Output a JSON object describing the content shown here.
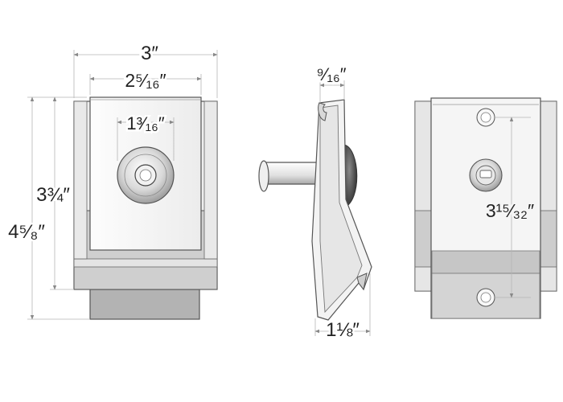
{
  "dimensions": {
    "front_outer_width": "3″",
    "front_inner_width": "2⁵⁄₁₆″",
    "front_hole_width": "1³⁄₁₆″",
    "front_plate_height": "3¾″",
    "front_total_height": "4⁵⁄₈″",
    "side_top_depth": "⁹⁄₁₆″",
    "side_bottom_depth": "1⅛″",
    "back_hole_spacing": "3¹⁵⁄₃₂″"
  },
  "colors": {
    "body_light": "#f4f4f4",
    "body_mid": "#e2e2e2",
    "body_dark": "#c9c9c9",
    "strip_dark": "#a9a9a9",
    "edge": "#555555",
    "dim_line": "#b5b5b5",
    "text": "#222222"
  }
}
